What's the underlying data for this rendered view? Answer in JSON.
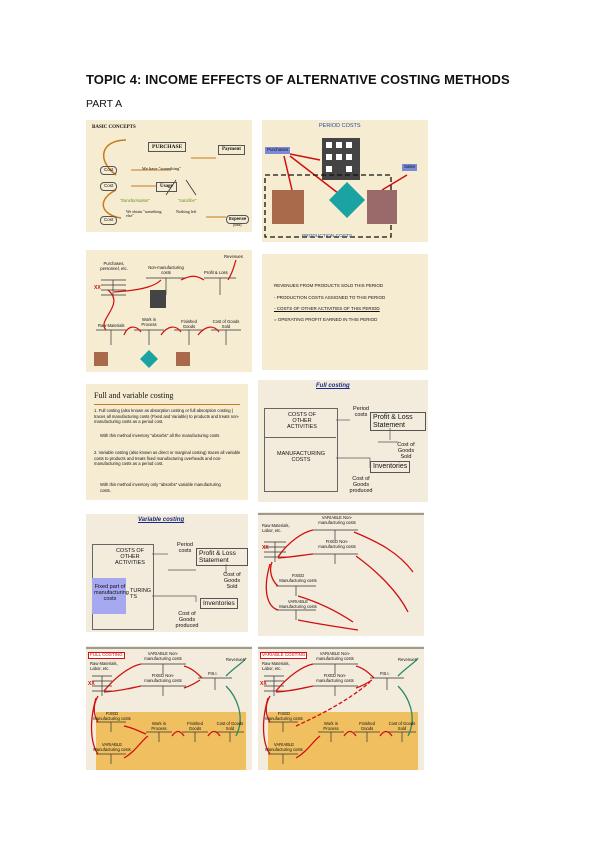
{
  "title": "TOPIC 4: INCOME EFFECTS OF ALTERNATIVE COSTING METHODS",
  "part": "PART A",
  "s1": {
    "title": "BASIC CONCEPTS",
    "purchase": "PURCHASE",
    "payment": "Payment",
    "cost1": "Cost",
    "cost2": "Cost",
    "cost3": "Cost",
    "have": "We have \"something\"",
    "usage": "Usage",
    "transformation": "\"transformation\"",
    "sacrifice": "\"sacrifice\"",
    "obtain": "We obtain \"something else\"",
    "nothing": "Nothing left",
    "expense": "Expense",
    "loss": "(loss)"
  },
  "s2": {
    "period": "PERIOD COSTS",
    "purchases": "Purchases",
    "sales": "Sales",
    "production": "PRODUCTION COSTS"
  },
  "s3": {
    "purchases": "Purchases, personnel, etc.",
    "nonmfg": "Non-manufacturing costs",
    "revenues": "Revenues",
    "pl": "Profit & Loss",
    "raw": "Raw Materials",
    "wip": "Work in Process",
    "fg": "Finished Goods",
    "cogs": "Cost of Goods Sold",
    "xx": "XX"
  },
  "s4": {
    "l1": "REVENUES FROM PRODUCTS SOLD THIS PERIOD",
    "l2": "- PRODUCTION COSTS ASSIGNED TO THIS PERIOD",
    "l3": "- COSTS OF OTHER ACTIVITIES OF THIS PERIOD",
    "l4": "= OPERATING PROFIT EARNED IN THIS PERIOD"
  },
  "s5": {
    "title": "Full and variable costing",
    "p1": "1. Full costing (also known as absorption costing or full absorption costing ) traces all manufacturing costs (Fixed and Variable) to products and treats non-manufacturing costs as a period cost.",
    "p1b": "With this method inventory \"absorbs\" all the manufacturing costs",
    "p2": "2. Variable costing (also known as direct or marginal costing) traces all variable costs to products and treats fixed manufacturing overheads and non-manufacturing costs as a period cost.",
    "p2b": "With this method inventory only \"absorbs\" variable manufacturing costs."
  },
  "s6": {
    "title": "Full costing",
    "other": "COSTS OF OTHER ACTIVITIES",
    "period": "Period costs",
    "pl": "Profit & Loss Statement",
    "cogs": "Cost of Goods Sold",
    "mfg": "MANUFACTURING COSTS",
    "inv": "Inventories",
    "produced": "Cost of Goods produced"
  },
  "s7": {
    "title": "Variable costing",
    "other": "COSTS OF OTHER ACTIVITIES",
    "period": "Period costs",
    "pl": "Profit & Loss Statement",
    "cogs": "Cost of Goods Sold",
    "fixed": "Fixed part of manufacturing costs",
    "turing": "TURING TS",
    "inv": "Inventories",
    "produced": "Cost of Goods produced"
  },
  "s8": {
    "variable": "VARIABLE Non-manufacturing costs",
    "raw": "Raw Materials, Labor, etc.",
    "fixed": "FIXED Non-manufacturing costs",
    "fmfg": "FIXED Manufacturing costs",
    "vmfg": "VARIABLE Manufacturing costs",
    "xx": "XX"
  },
  "s9": {
    "label": "FULL COSTING",
    "variable": "VARIABLE Non-manufacturing costs",
    "revenues": "Revenues",
    "raw": "Raw Materials, Labor, etc.",
    "fixed": "FIXED Non-manufacturing costs",
    "pl": "P.B.I.",
    "fmfg": "FIXED Manufacturing costs",
    "wip": "Work in Process",
    "fg": "Finished Goods",
    "cogs": "Cost of Goods Sold",
    "vmfg": "VARIABLE Manufacturing costs",
    "xx": "XX"
  },
  "s10": {
    "label": "VARIABLE COSTING",
    "variable": "VARIABLE Non-manufacturing costs",
    "revenues": "Revenues",
    "raw": "Raw Materials, Labor, etc.",
    "fixed": "FIXED Non-manufacturing costs",
    "pl": "P.B.I.",
    "fmfg": "FIXED Manufacturing costs",
    "wip": "Work in Process",
    "fg": "Finished Goods",
    "cogs": "Cost of Goods Sold",
    "vmfg": "VARIABLE Manufacturing costs",
    "xx": "XX"
  }
}
